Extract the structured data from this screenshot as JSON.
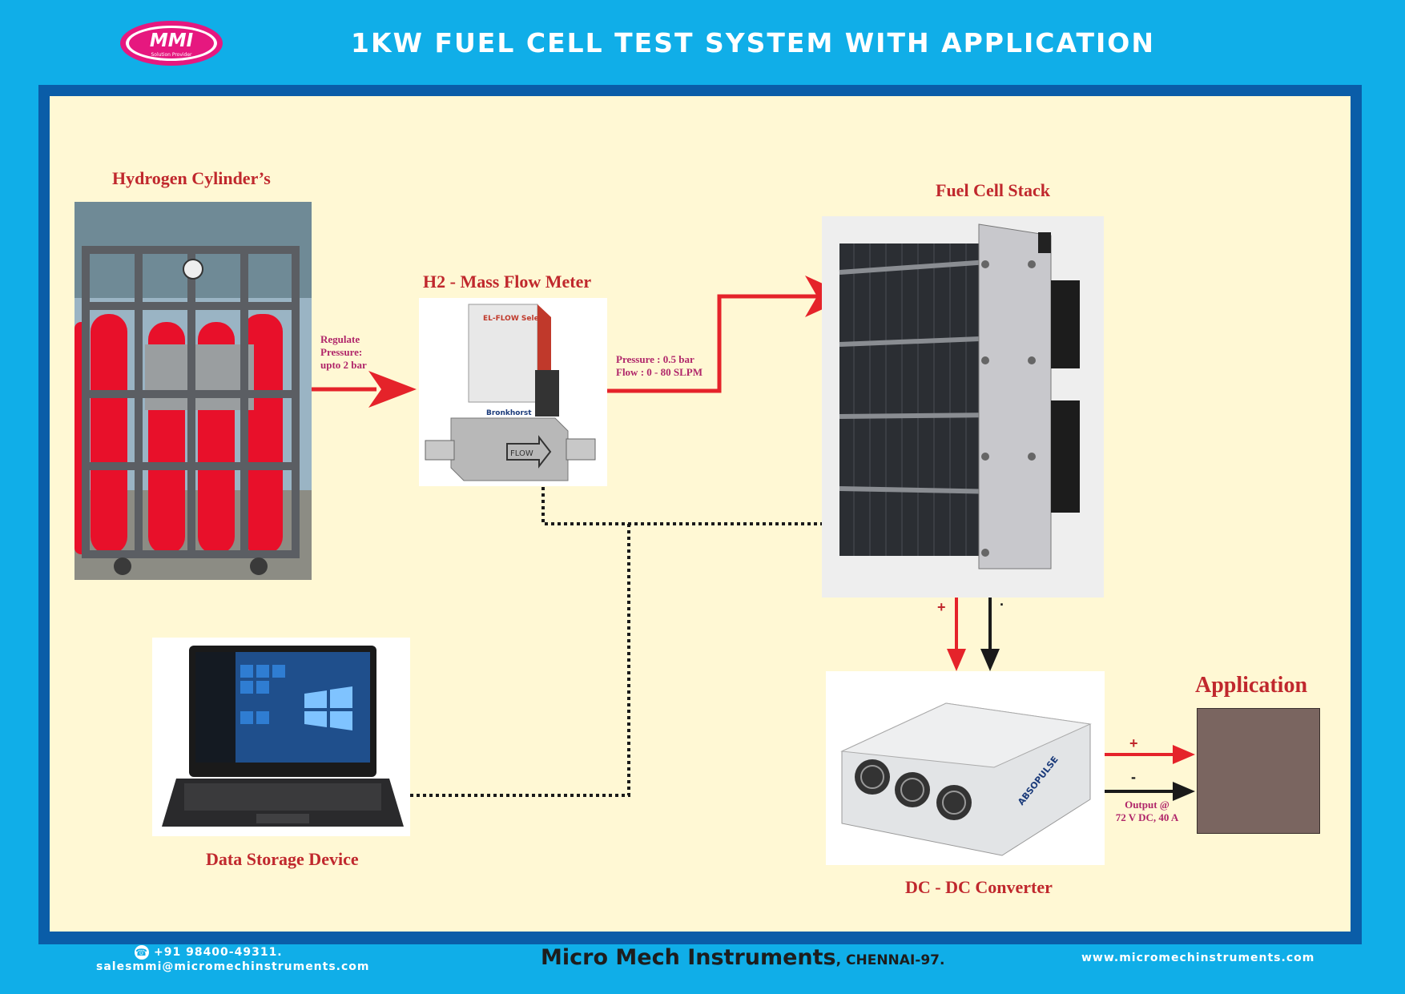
{
  "header": {
    "logo_text": "MMI",
    "logo_tagline": "Solution Provider",
    "title": "1KW FUEL CELL TEST SYSTEM WITH APPLICATION"
  },
  "components": {
    "cylinders": {
      "label": "Hydrogen Cylinder’s"
    },
    "flow_meter": {
      "label": "H2 - Mass Flow Meter",
      "brand": "Bronkhorst",
      "model": "EL-FLOW Select",
      "flow_text": "FLOW"
    },
    "fuel_cell": {
      "label": "Fuel Cell Stack"
    },
    "laptop": {
      "label": "Data Storage Device"
    },
    "converter": {
      "label": "DC - DC Converter",
      "brand": "ABSOPULSE"
    },
    "application": {
      "label": "Application"
    }
  },
  "annotations": {
    "regulate": [
      "Regulate",
      "Pressure:",
      "upto 2 bar"
    ],
    "pressure_flow": [
      "Pressure : 0.5 bar",
      "Flow : 0 - 80 SLPM"
    ],
    "fc_plus": "+",
    "fc_minus": ".",
    "out_plus": "+",
    "out_minus": "-",
    "output": [
      "Output @",
      "72 V DC, 40 A"
    ]
  },
  "footer": {
    "phone": "+91 98400-49311.",
    "email": "salesmmi@micromechinstruments.com",
    "company": "Micro Mech Instruments",
    "city": ", CHENNAI-97.",
    "website": "www.micromechinstruments.com"
  },
  "colors": {
    "background": "#10aee8",
    "frame": "#0a5da8",
    "panel": "#fff8d4",
    "arrow_red": "#e5232a",
    "arrow_black": "#1a1a1a",
    "label_red": "#c0282d",
    "note_magenta": "#b0266a",
    "application_box": "#7a6560"
  }
}
